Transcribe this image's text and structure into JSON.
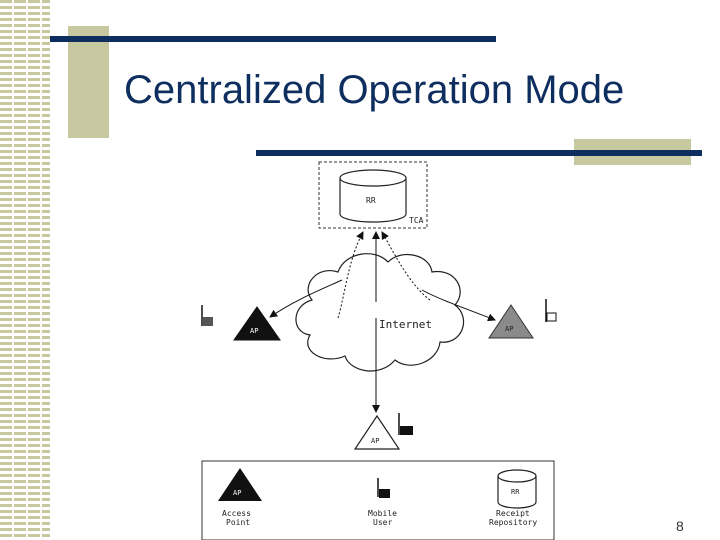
{
  "slide": {
    "title": "Centralized Operation Mode",
    "page_number": "8"
  },
  "diagram": {
    "rr_label": "RR",
    "tca_label": "TCA",
    "internet_label": "Internet",
    "ap_label": "AP",
    "legend": {
      "access_point": {
        "line1": "Access",
        "line2": "Point"
      },
      "mobile_user": {
        "line1": "Mobile",
        "line2": "User"
      },
      "receipt_repository": {
        "line1": "Receipt",
        "line2": "Repository"
      }
    }
  },
  "colors": {
    "title": "#0d2e5e",
    "accent_bar": "#0d2e5e",
    "accent_block": "#c8c8a0"
  }
}
